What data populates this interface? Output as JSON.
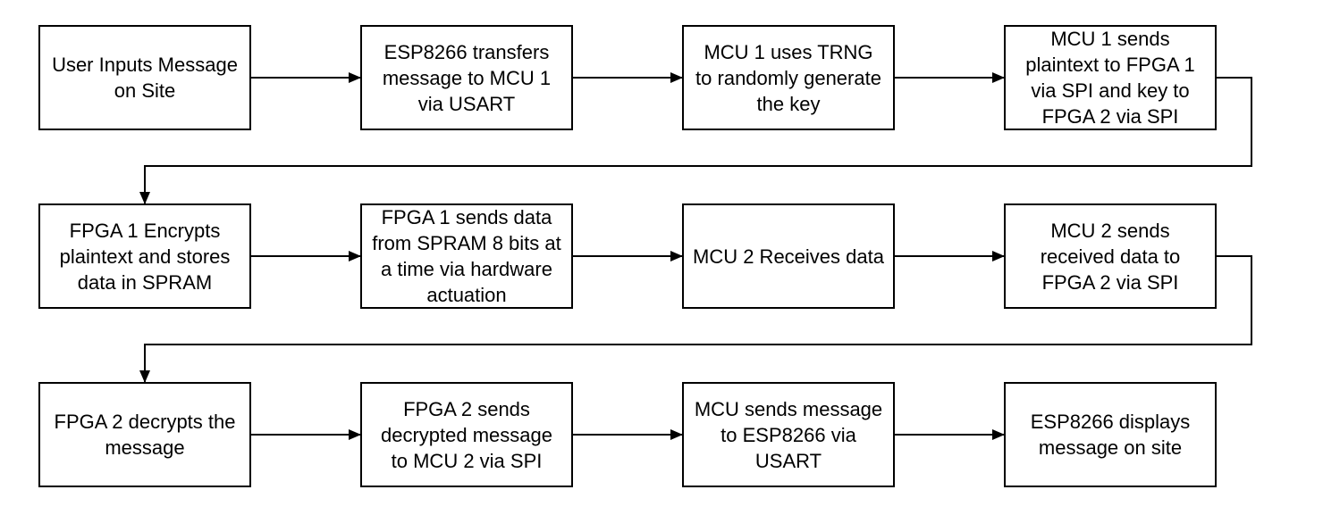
{
  "diagram": {
    "type": "flowchart",
    "line_color": "#000000",
    "box_fill": "#ffffff",
    "nodes": [
      {
        "id": "n1",
        "label": "User Inputs Message\non Site"
      },
      {
        "id": "n2",
        "label": "ESP8266 transfers\nmessage to MCU 1\nvia USART"
      },
      {
        "id": "n3",
        "label": "MCU 1 uses TRNG\nto randomly generate\nthe key"
      },
      {
        "id": "n4",
        "label": "MCU 1 sends\nplaintext to FPGA 1\nvia SPI and key to\nFPGA 2 via SPI"
      },
      {
        "id": "n5",
        "label": "FPGA 1 Encrypts\nplaintext and stores\ndata in SPRAM"
      },
      {
        "id": "n6",
        "label": "FPGA 1 sends data\nfrom SPRAM 8 bits at\na time via hardware\nactuation"
      },
      {
        "id": "n7",
        "label": "MCU 2 Receives data"
      },
      {
        "id": "n8",
        "label": "MCU 2 sends\nreceived data to\nFPGA 2 via SPI"
      },
      {
        "id": "n9",
        "label": "FPGA 2 decrypts the\nmessage"
      },
      {
        "id": "n10",
        "label": "FPGA 2 sends\ndecrypted message\nto MCU 2 via SPI"
      },
      {
        "id": "n11",
        "label": "MCU sends message\nto ESP8266 via\nUSART"
      },
      {
        "id": "n12",
        "label": "ESP8266 displays\nmessage on site"
      }
    ],
    "edges": [
      {
        "from": "n1",
        "to": "n2"
      },
      {
        "from": "n2",
        "to": "n3"
      },
      {
        "from": "n3",
        "to": "n4"
      },
      {
        "from": "n4",
        "to": "n5"
      },
      {
        "from": "n5",
        "to": "n6"
      },
      {
        "from": "n6",
        "to": "n7"
      },
      {
        "from": "n7",
        "to": "n8"
      },
      {
        "from": "n8",
        "to": "n9"
      },
      {
        "from": "n9",
        "to": "n10"
      },
      {
        "from": "n10",
        "to": "n11"
      },
      {
        "from": "n11",
        "to": "n12"
      }
    ]
  }
}
